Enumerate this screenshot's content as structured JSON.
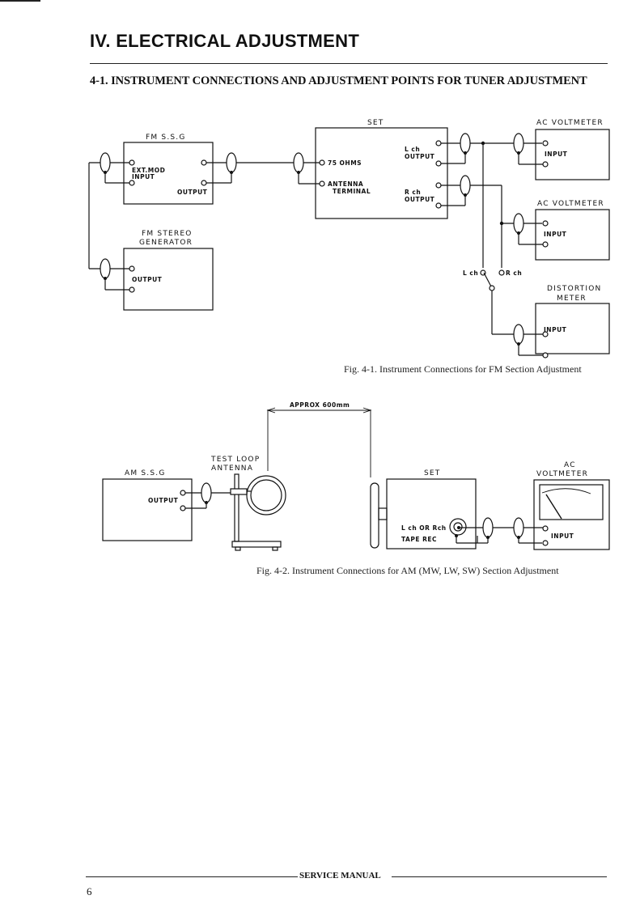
{
  "header": {
    "chapter_title": "IV. ELECTRICAL ADJUSTMENT",
    "section_title": "4-1. INSTRUMENT CONNECTIONS AND ADJUSTMENT POINTS FOR TUNER ADJUSTMENT"
  },
  "fig1": {
    "fm_ssg": {
      "name": "FM S.S.G",
      "ext_mod_1": "EXT.MOD",
      "ext_mod_2": "INPUT",
      "output": "OUTPUT"
    },
    "fm_stereo": {
      "name_1": "FM STEREO",
      "name_2": "GENERATOR",
      "output": "OUTPUT"
    },
    "set": {
      "name": "SET",
      "ohms": "75 OHMS",
      "antenna_1": "ANTENNA",
      "antenna_2": "TERMINAL",
      "lch_1": "L ch",
      "lch_2": "OUTPUT",
      "rch_1": "R ch",
      "rch_2": "OUTPUT"
    },
    "voltmeter1": {
      "name": "AC VOLTMETER",
      "input": "INPUT"
    },
    "voltmeter2": {
      "name": "AC VOLTMETER",
      "input": "INPUT"
    },
    "switch": {
      "lch": "L ch",
      "rch": "R ch"
    },
    "distortion": {
      "name_1": "DISTORTION",
      "name_2": "METER",
      "input": "INPUT"
    },
    "caption": "Fig. 4-1.  Instrument Connections for FM Section Adjustment"
  },
  "fig2": {
    "distance": "APPROX 600mm",
    "loop_1": "TEST LOOP",
    "loop_2": "ANTENNA",
    "am_ssg": {
      "name": "AM S.S.G",
      "output": "OUTPUT"
    },
    "set": {
      "name": "SET",
      "jack_1": "L ch OR Rch",
      "jack_2": "TAPE REC"
    },
    "voltmeter": {
      "name_1": "AC",
      "name_2": "VOLTMETER",
      "input": "INPUT"
    },
    "caption": "Fig. 4-2.  Instrument Connections for AM (MW, LW, SW) Section Adjustment"
  },
  "footer": {
    "label": "SERVICE MANUAL",
    "page_number": "6"
  }
}
